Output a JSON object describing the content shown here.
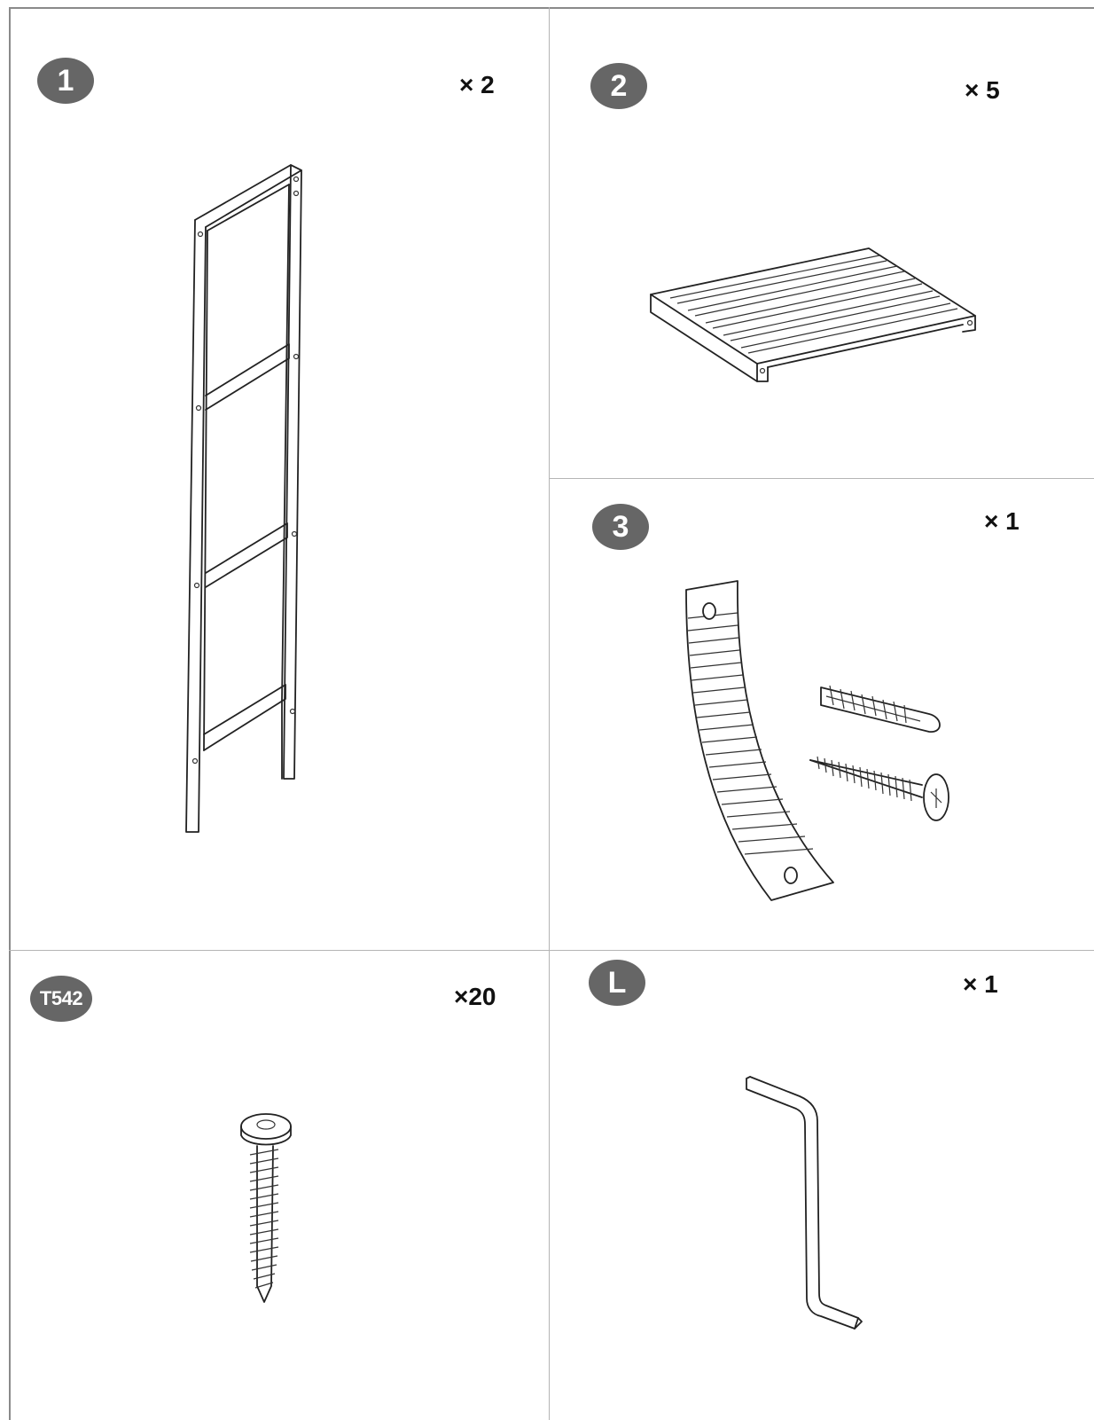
{
  "parts": [
    {
      "badge": "1",
      "quantity": "× 2",
      "icon": "ladder-side-frame"
    },
    {
      "badge": "2",
      "quantity": "× 5",
      "icon": "slatted-shelf"
    },
    {
      "badge": "3",
      "quantity": "× 1",
      "icon": "wall-anchor-kit"
    },
    {
      "badge": "T542",
      "quantity": "×20",
      "icon": "screw"
    },
    {
      "badge": "L",
      "quantity": "× 1",
      "icon": "allen-key"
    }
  ],
  "colors": {
    "badge_bg": "#666666",
    "badge_text": "#ffffff",
    "line": "#222222",
    "divider": "#b5b5b5"
  }
}
